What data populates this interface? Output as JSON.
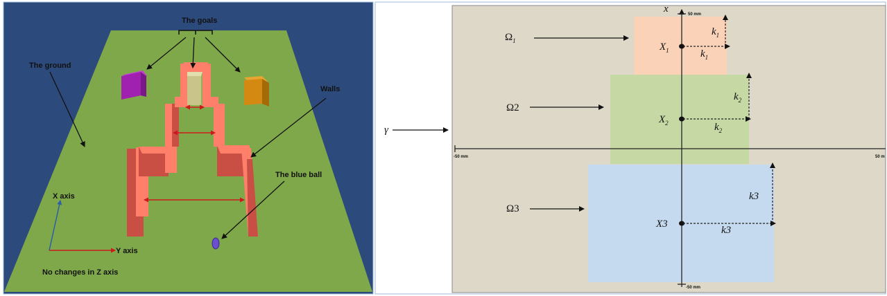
{
  "left_panel": {
    "labels": {
      "goals": "The goals",
      "ground": "The ground",
      "walls": "Walls",
      "ball": "The blue ball",
      "x_axis": "X axis",
      "y_axis": "Y axis",
      "z_note": "No changes in Z axis"
    },
    "colors": {
      "background": "#2d4a7c",
      "ground": "#7fa84a",
      "wall_front": "#c94f45",
      "wall_top": "#ff7f6a",
      "goal_left": "#a020b0",
      "goal_center": "#c9c58a",
      "goal_right": "#d48a12",
      "ball": "#6b4fd0",
      "arrow_red": "#cc1a1a",
      "axis_blue": "#2c5fa8"
    }
  },
  "right_panel": {
    "labels": {
      "gamma": "γ",
      "x_axis": "x",
      "top_tick": "50 mm",
      "bottom_tick": "-50 mm",
      "left_tick": "-50 mm",
      "right_tick": "50 m"
    },
    "regions": [
      {
        "omega": "Ω",
        "omega_sub": "1",
        "center": "X",
        "center_sub": "1",
        "k": "k",
        "k_sub": "1",
        "color": "#f9d2b8"
      },
      {
        "omega": "Ω2",
        "omega_sub": "",
        "center": "X",
        "center_sub": "2",
        "k": "k",
        "k_sub": "2",
        "color": "#c6d9a4"
      },
      {
        "omega": "Ω3",
        "omega_sub": "",
        "center": "X3",
        "center_sub": "",
        "k": "k3",
        "k_sub": "",
        "color": "#c5d9ef"
      }
    ],
    "colors": {
      "panel_bg": "#ddd8c7",
      "frame": "#9fb8d8"
    }
  }
}
